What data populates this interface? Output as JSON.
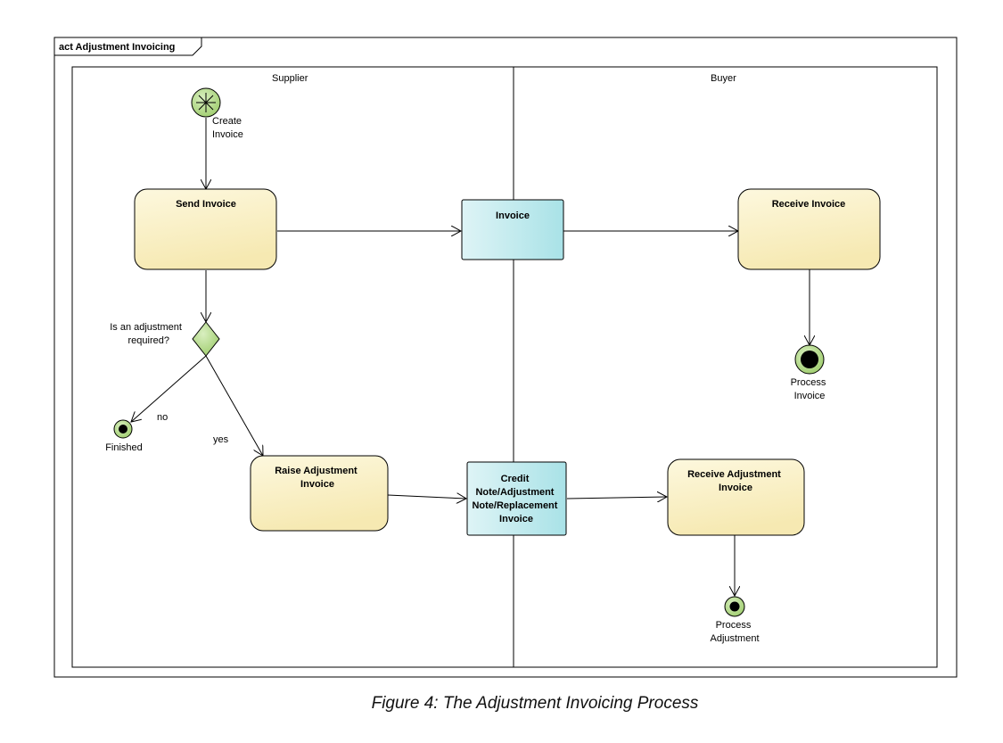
{
  "frame": {
    "title": "act Adjustment Invoicing"
  },
  "lanes": [
    {
      "label": "Supplier"
    },
    {
      "label": "Buyer"
    }
  ],
  "nodes": {
    "start": {
      "label_lines": [
        "Create",
        "Invoice"
      ]
    },
    "send_invoice": {
      "label_lines": [
        "Send Invoice"
      ]
    },
    "invoice_object": {
      "label_lines": [
        "Invoice"
      ]
    },
    "receive_invoice": {
      "label_lines": [
        "Receive Invoice"
      ]
    },
    "decision": {
      "label_lines": [
        "Is an adjustment",
        "required?"
      ]
    },
    "finished": {
      "label_lines": [
        "Finished"
      ]
    },
    "raise_adjustment": {
      "label_lines": [
        "Raise Adjustment",
        "Invoice"
      ]
    },
    "credit_object": {
      "label_lines": [
        "Credit",
        "Note/Adjustment",
        "Note/Replacement",
        "Invoice"
      ]
    },
    "receive_adjustment": {
      "label_lines": [
        "Receive Adjustment",
        "Invoice"
      ]
    },
    "process_invoice": {
      "label_lines": [
        "Process",
        "Invoice"
      ]
    },
    "process_adjustment": {
      "label_lines": [
        "Process",
        "Adjustment"
      ]
    }
  },
  "guards": {
    "no": "no",
    "yes": "yes"
  },
  "colors": {
    "action_fill_top": "#fdf8de",
    "action_fill_bottom": "#f6e9b2",
    "object_fill_left": "#def4f6",
    "object_fill_right": "#a9e2e7",
    "node_green": "#b7db8c",
    "stroke": "#000000"
  },
  "caption": "Figure 4: The Adjustment Invoicing Process"
}
